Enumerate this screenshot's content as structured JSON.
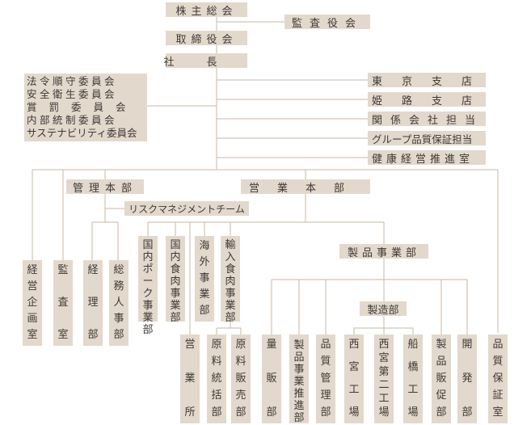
{
  "top": {
    "shareholders": "株主総会",
    "auditor": "監査役会",
    "board": "取締役会",
    "president": "社長"
  },
  "committees": [
    "法令順守委員会",
    "安全衛生委員会",
    "賞罰委員会",
    "内部統制委員会",
    "サステナビリティ委員会"
  ],
  "right_staff": [
    "東京支店",
    "姫路支店",
    "関係会社担当",
    "グループ品質保証担当",
    "健康経営推進室"
  ],
  "divisions": {
    "admin": "管理本部",
    "sales": "営業本部",
    "risk": "リスクマネジメントチーム",
    "products": "製品事業部",
    "manufacturing": "製造部"
  },
  "bottom_left": [
    "経営企画室",
    "監査室",
    "経理部",
    "総務人事部"
  ],
  "sales_units": [
    "国内ポーク事業部",
    "国内食肉事業部",
    "海外事業部",
    "輸入食肉事業部"
  ],
  "bottom_row": [
    "営業所",
    "原料統括部",
    "原料販売部",
    "量販部",
    "製品事業推進部",
    "品質管理部",
    "西宮工場",
    "西宮第二工場",
    "船橋工場",
    "製品販促部",
    "開発部",
    "品質保証室"
  ],
  "colors": {
    "box": "#e3d8cc",
    "line": "#c9b7a5",
    "text": "#3d3a36"
  }
}
